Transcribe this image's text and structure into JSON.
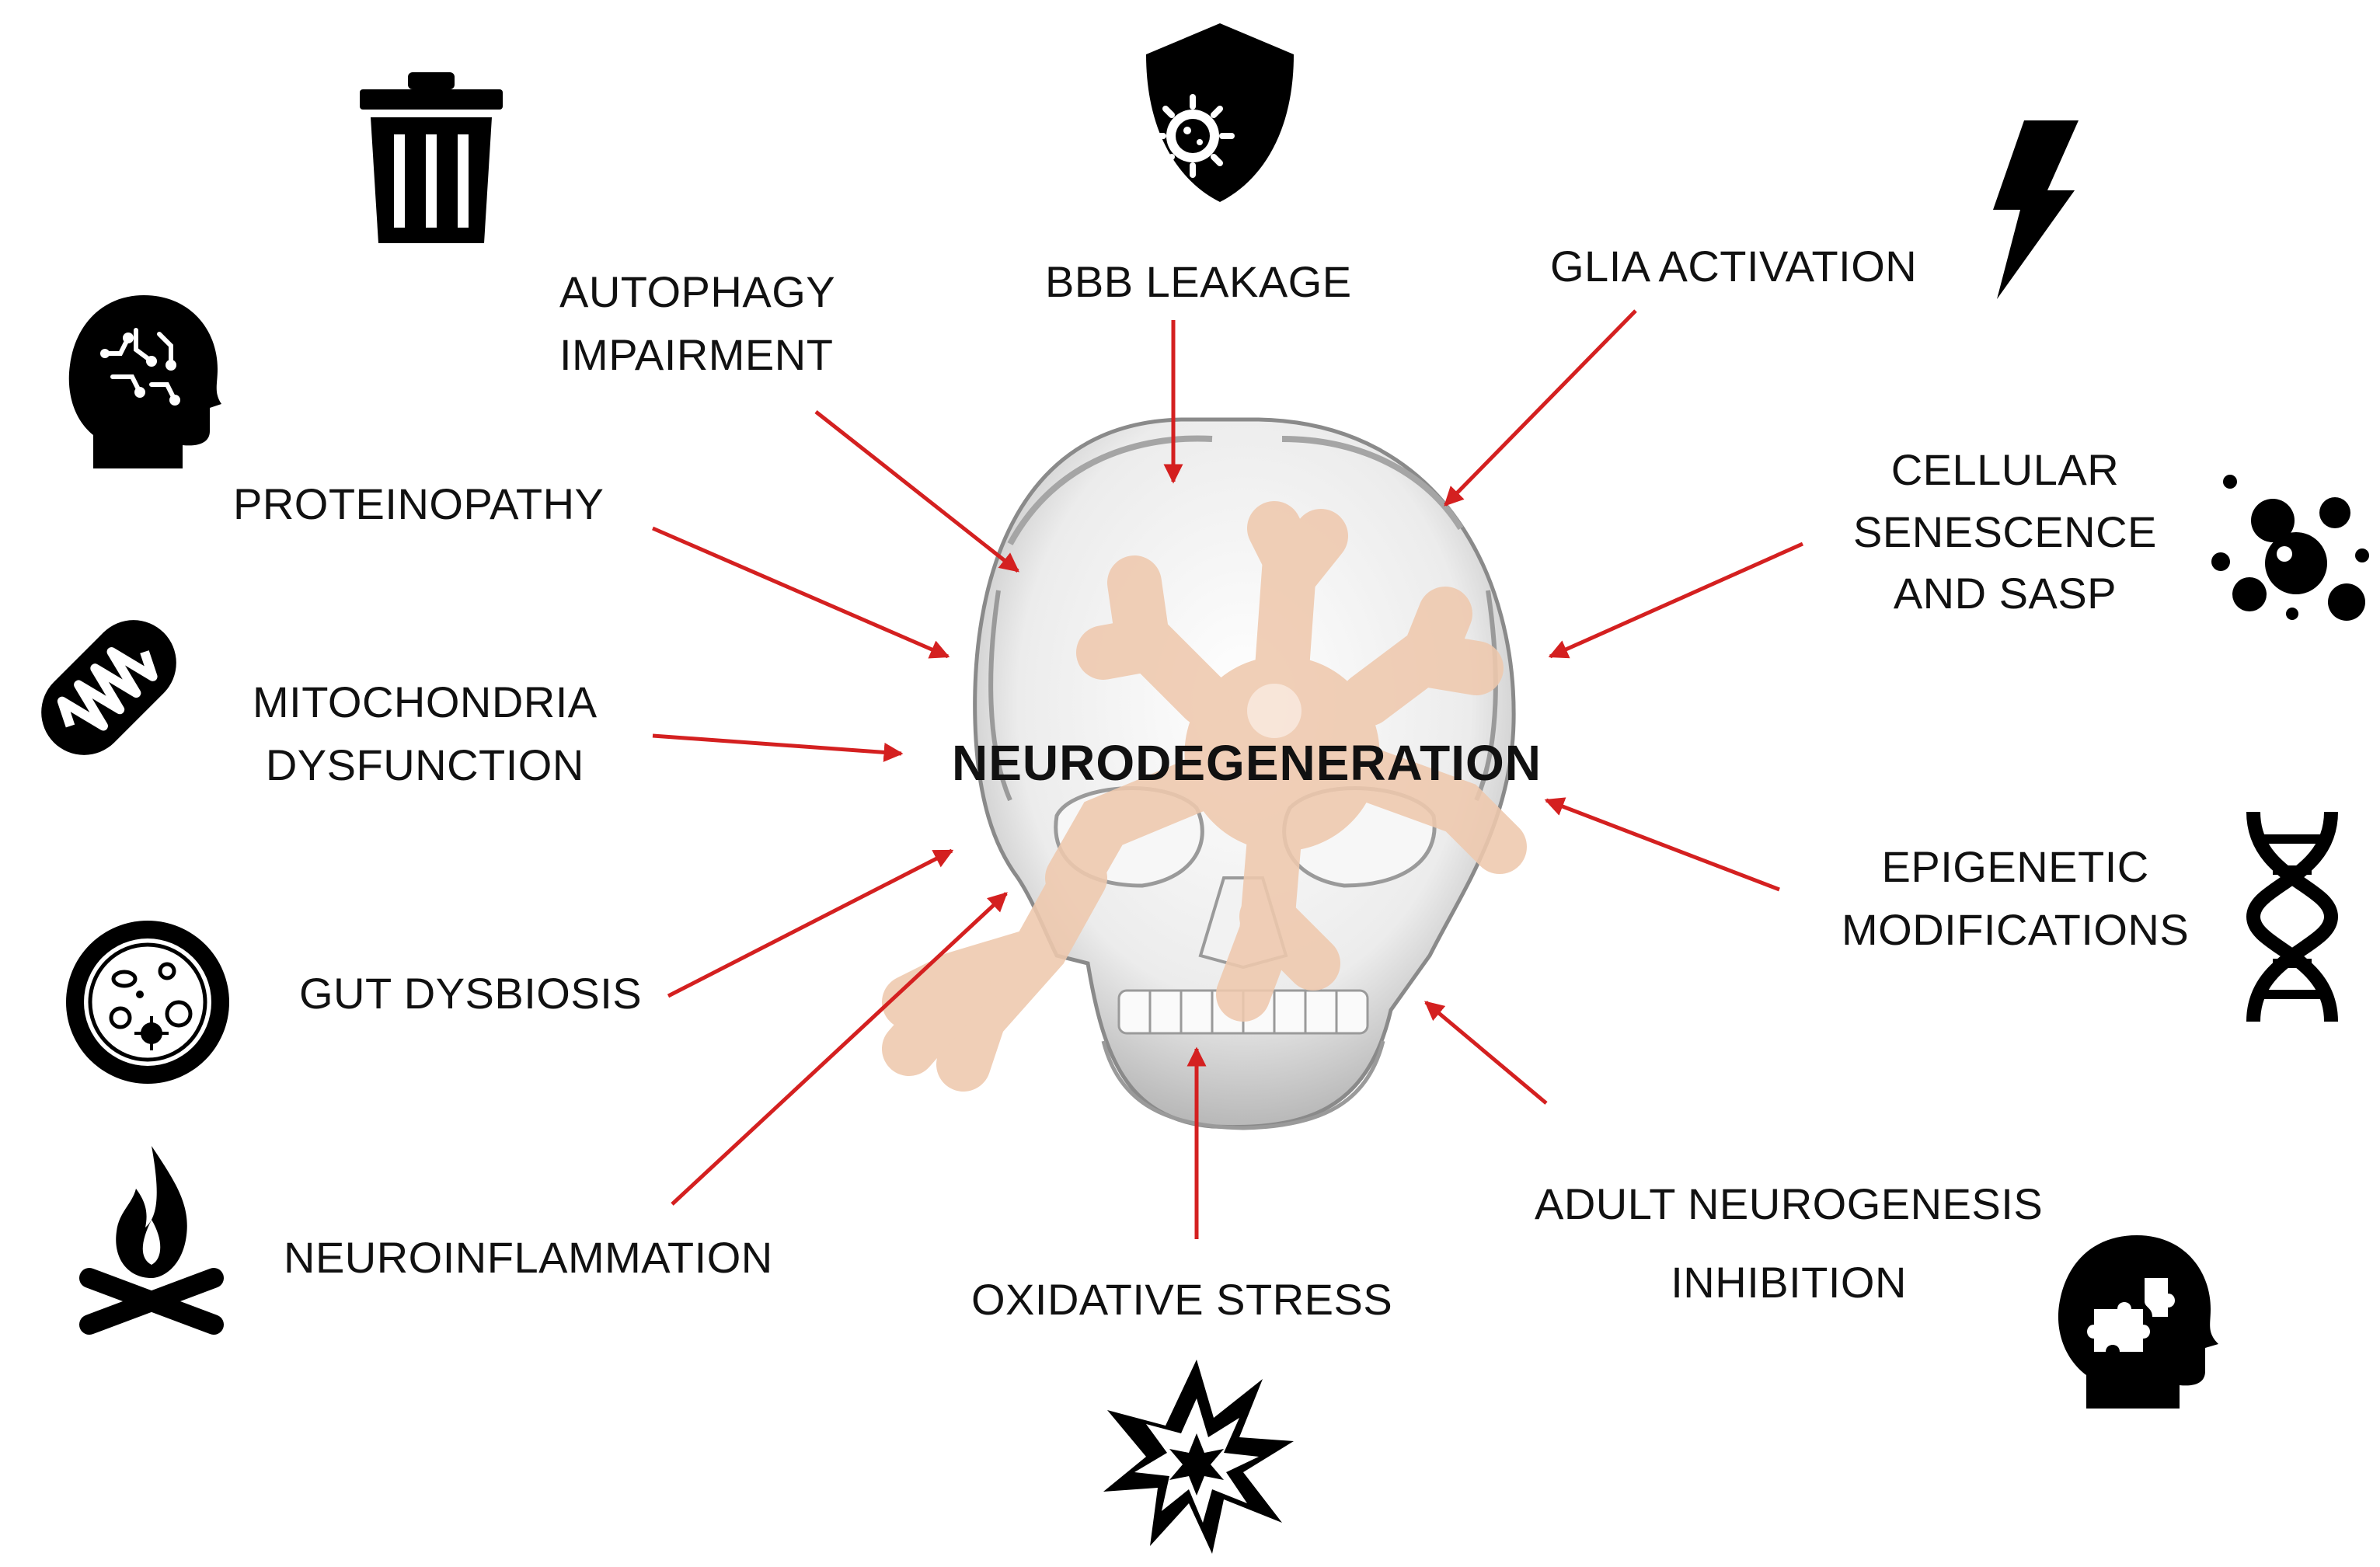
{
  "center": {
    "title": "NEURODEGENERATION"
  },
  "labels": {
    "autophagy": [
      "AUTOPHAGY",
      "IMPAIRMENT"
    ],
    "bbb": [
      "BBB LEAKAGE"
    ],
    "glia": [
      "GLIA ACTIVATION"
    ],
    "proteinopathy": [
      "PROTEINOPATHY"
    ],
    "senescence": [
      "CELLULAR",
      "SENESCENCE",
      "AND SASP"
    ],
    "mitochondria": [
      "MITOCHONDRIA",
      "DYSFUNCTION"
    ],
    "epigenetic": [
      "EPIGENETIC",
      "MODIFICATIONS"
    ],
    "gut": [
      "GUT DYSBIOSIS"
    ],
    "neurogenesis": [
      "ADULT NEUROGENESIS",
      "INHIBITION"
    ],
    "neuroinflammation": [
      "NEUROINFLAMMATION"
    ],
    "oxidative": [
      "OXIDATIVE STRESS"
    ]
  },
  "colors": {
    "arrow": "#d42020",
    "icon": "#000000",
    "neuron": "#efc9ae",
    "skull": "#d9d9d9"
  },
  "icons": [
    "trash-icon",
    "shield-virus-icon",
    "lightning-icon",
    "brain-circuit-head-icon",
    "bubbles-icon",
    "mitochondria-icon",
    "dna-icon",
    "petri-dish-icon",
    "campfire-icon",
    "puzzle-head-icon",
    "explosion-icon"
  ]
}
